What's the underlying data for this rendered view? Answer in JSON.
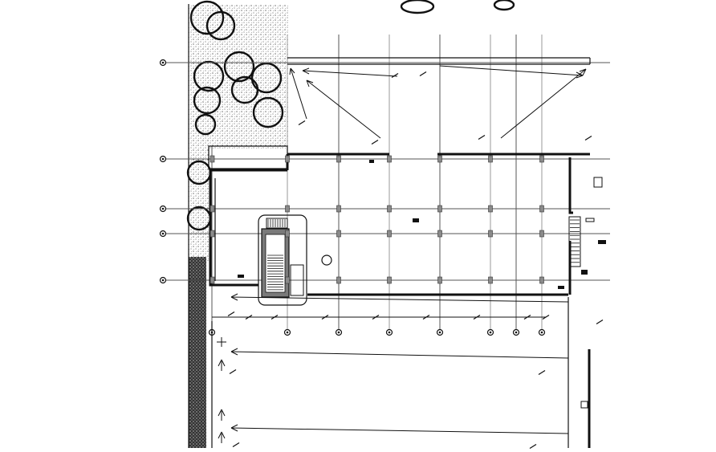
{
  "drawing": {
    "type": "architectural floor plan",
    "background_color": "#ffffff",
    "line_color": "#111111",
    "column_fill": "#8a8a8a",
    "vertical_grid_count": 10,
    "horizontal_grid_count": 5,
    "text_labels": []
  }
}
